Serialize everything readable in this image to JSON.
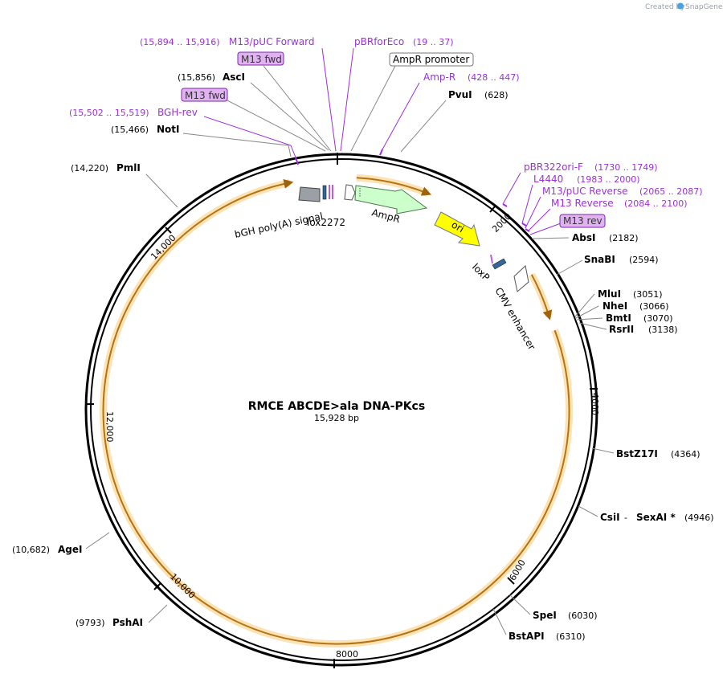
{
  "watermark": {
    "prefix": "Created by",
    "brand": "SnapGene"
  },
  "plasmid": {
    "name": "RMCE ABCDE>ala DNA-PKcs",
    "length": "15,928 bp"
  },
  "ticks": [
    "2000",
    "4000",
    "6000",
    "8000",
    "10,000",
    "12,000",
    "14,000"
  ],
  "enzymes": {
    "asci": {
      "name": "AscI",
      "pos": "(15,856)"
    },
    "noti": {
      "name": "NotI",
      "pos": "(15,466)"
    },
    "pmli": {
      "name": "PmlI",
      "pos": "(14,220)"
    },
    "pvui": {
      "name": "PvuI",
      "pos": "(628)"
    },
    "absi": {
      "name": "AbsI",
      "pos": "(2182)"
    },
    "snabi": {
      "name": "SnaBI",
      "pos": "(2594)"
    },
    "mlui": {
      "name": "MluI",
      "pos": "(3051)"
    },
    "nhei": {
      "name": "NheI",
      "pos": "(3066)"
    },
    "bmti": {
      "name": "BmtI",
      "pos": "(3070)"
    },
    "rsrii": {
      "name": "RsrII",
      "pos": "(3138)"
    },
    "bstz17i": {
      "name": "BstZ17I",
      "pos": "(4364)"
    },
    "csii": {
      "name": "CsiI",
      "sep": " - ",
      "name2": "SexAI *",
      "pos": "(4946)"
    },
    "spei": {
      "name": "SpeI",
      "pos": "(6030)"
    },
    "bstapi": {
      "name": "BstAPI",
      "pos": "(6310)"
    },
    "agei": {
      "name": "AgeI",
      "pos": "(10,682)"
    },
    "pshai": {
      "name": "PshAI",
      "pos": "(9793)"
    }
  },
  "primers": {
    "m13puc_fwd": {
      "name": "M13/pUC Forward",
      "pos": "(15,894 .. 15,916)"
    },
    "m13fwd_a": {
      "name": "M13 fwd"
    },
    "m13fwd_b": {
      "name": "M13 fwd"
    },
    "bgh_rev": {
      "name": "BGH-rev",
      "pos": "(15,502 .. 15,519)"
    },
    "pbrforeco": {
      "name": "pBRforEco",
      "pos": "(19 .. 37)"
    },
    "amp_r": {
      "name": "Amp-R",
      "pos": "(428 .. 447)"
    },
    "pbr322ori": {
      "name": "pBR322ori-F",
      "pos": "(1730 .. 1749)"
    },
    "l4440": {
      "name": "L4440",
      "pos": "(1983 .. 2000)"
    },
    "m13puc_rev": {
      "name": "M13/pUC Reverse",
      "pos": "(2065 .. 2087)"
    },
    "m13_reverse": {
      "name": "M13 Reverse",
      "pos": "(2084 .. 2100)"
    },
    "m13_rev": {
      "name": "M13 rev"
    }
  },
  "features": {
    "ampr_promoter": "AmpR promoter",
    "ampr": "AmpR",
    "ori": "ori",
    "loxp": "loxP",
    "cmv": "CMV enhancer",
    "bgh": "bGH poly(A) signal",
    "lox2272": "lox2272"
  },
  "colors": {
    "backbone": "#000000",
    "primer": "#9b30d9",
    "primer_box_fill": "#e0b3f0",
    "orf_arrow": "#f5a623",
    "orf_halo": "#fbe3b5",
    "ampr_fill": "#ccffcc",
    "ori_fill": "#ffff00",
    "loxp_fill": "#336699",
    "bgh_fill": "#999999"
  }
}
